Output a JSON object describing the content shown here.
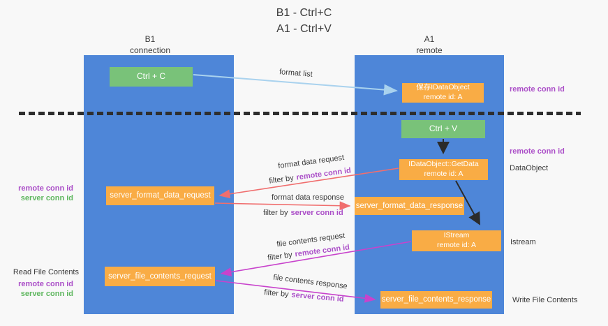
{
  "title": {
    "line1": "B1 - Ctrl+C",
    "line2": "A1 - Ctrl+V"
  },
  "lanes": {
    "left": {
      "name": "B1",
      "sub": "connection"
    },
    "right": {
      "name": "A1",
      "sub": "remote"
    }
  },
  "nodes": {
    "ctrl_c": "Ctrl + C",
    "ctrl_v": "Ctrl + V",
    "save_dataobject": {
      "line1": "保存IDataObject",
      "line2": "remote id: A"
    },
    "getdata": {
      "line1": "IDataObject::GetData",
      "line2": "remote id: A"
    },
    "istream": {
      "line1": "IStream",
      "line2": "remote id: A"
    },
    "format_request": "server_format_data_request",
    "format_response": "server_format_data_response",
    "file_request": "server_file_contents_request",
    "file_response": "server_file_contents_response"
  },
  "arrow_labels": {
    "format_list": "format list",
    "format_data_request": "format data request",
    "format_data_response": "format data response",
    "file_contents_request": "file contents request",
    "file_contents_response": "file contents response",
    "filter_by": "filter by",
    "remote_conn_id": "remote conn id",
    "server_conn_id": "server conn id"
  },
  "side_labels": {
    "remote_conn_id_top_right": "remote conn id",
    "remote_conn_id_mid_right": "remote conn id",
    "dataobject": "DataObject",
    "istream": "Istream",
    "write_file_contents": "Write File Contents",
    "read_file_contents": "Read File Contents",
    "left1_remote_conn_id": "remote conn id",
    "left1_server_conn_id": "server conn id",
    "left2_remote_conn_id": "remote conn id",
    "left2_server_conn_id": "server conn id"
  },
  "colors": {
    "background": "#f8f8f8",
    "lane_blue": "#4e86d8",
    "box_green": "#79c279",
    "box_orange": "#f9ac45",
    "arrow_lightblue": "#a9d2ee",
    "arrow_salmon": "#f06e6e",
    "arrow_magenta": "#c843cc",
    "arrow_black": "#2b2b2b",
    "text_purple": "#ab4fc8",
    "text_green": "#5fb75f",
    "text_dark": "#3a3a3a"
  }
}
